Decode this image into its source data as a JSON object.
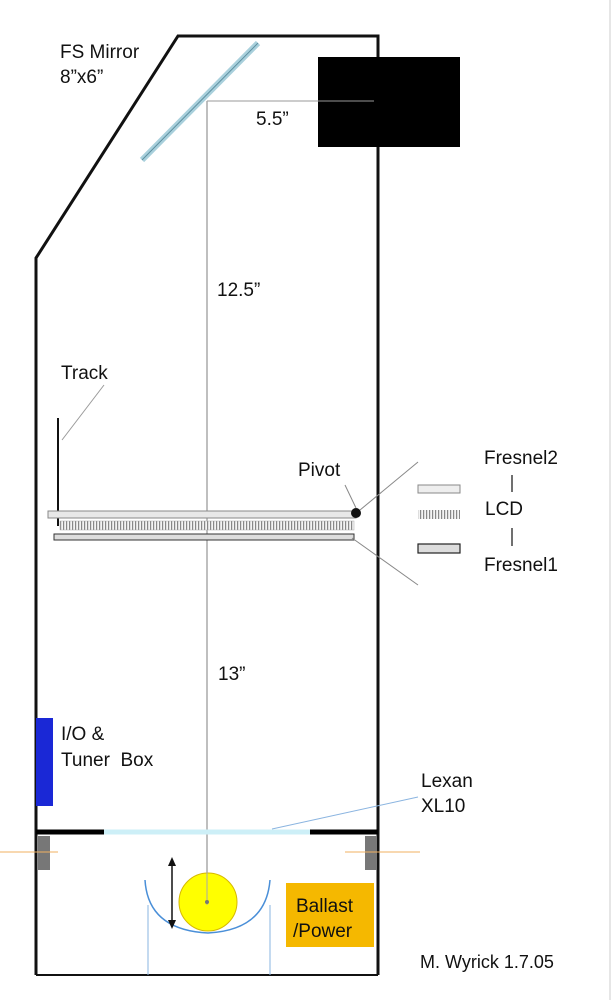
{
  "labels": {
    "mirror_line1": "FS Mirror",
    "mirror_line2": "8”x6”",
    "dim_top": "5.5”",
    "dim_mid": "12.5”",
    "dim_bottom": "13”",
    "track": "Track",
    "pivot": "Pivot",
    "fresnel2": "Fresnel2",
    "lcd": "LCD",
    "fresnel1": "Fresnel1",
    "io_line1": "I/O &",
    "io_line2": "Tuner  Box",
    "lexan_line1": "Lexan",
    "lexan_line2": "XL10",
    "ballast_line1": "Ballast",
    "ballast_line2": "/Power",
    "credit": "M. Wyrick 1.7.05"
  },
  "colors": {
    "outline": "#111111",
    "projector_block": "#000000",
    "mirror": "#a9d0dc",
    "io_box": "#1a28d6",
    "ballast_box": "#f5b800",
    "lamp": "#ffff00",
    "lexan": "#cdeff7",
    "leader_lines": "#9a9a9a",
    "guide_lines": "#f0b060",
    "light_rays": "#8ab4e0"
  },
  "icons": {
    "lamp": "circle-lamp-icon",
    "reflector": "arc-reflector-icon",
    "adjust_arrow": "double-arrow-icon"
  }
}
